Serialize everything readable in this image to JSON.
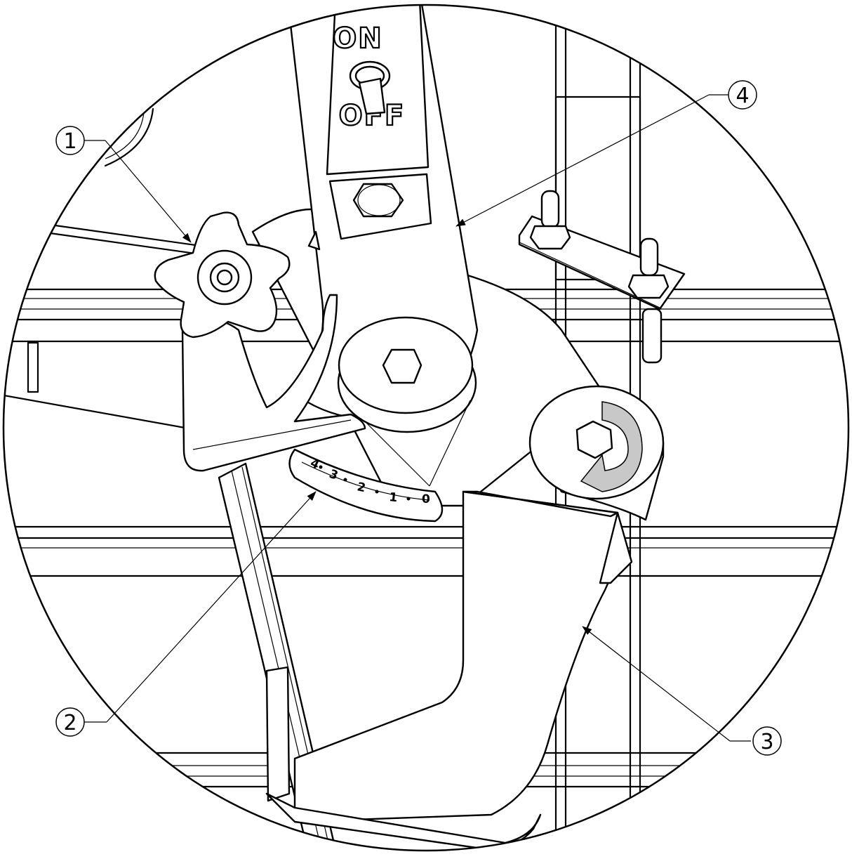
{
  "switch": {
    "on_label": "ON",
    "off_label": "OFF"
  },
  "scale": {
    "marks": [
      "4",
      "3",
      "2",
      "1",
      "0"
    ]
  },
  "callouts": [
    {
      "label": "1"
    },
    {
      "label": "2"
    },
    {
      "label": "3"
    },
    {
      "label": "4"
    }
  ],
  "rotation_arrow": {
    "fill": "#c8c8c8"
  }
}
